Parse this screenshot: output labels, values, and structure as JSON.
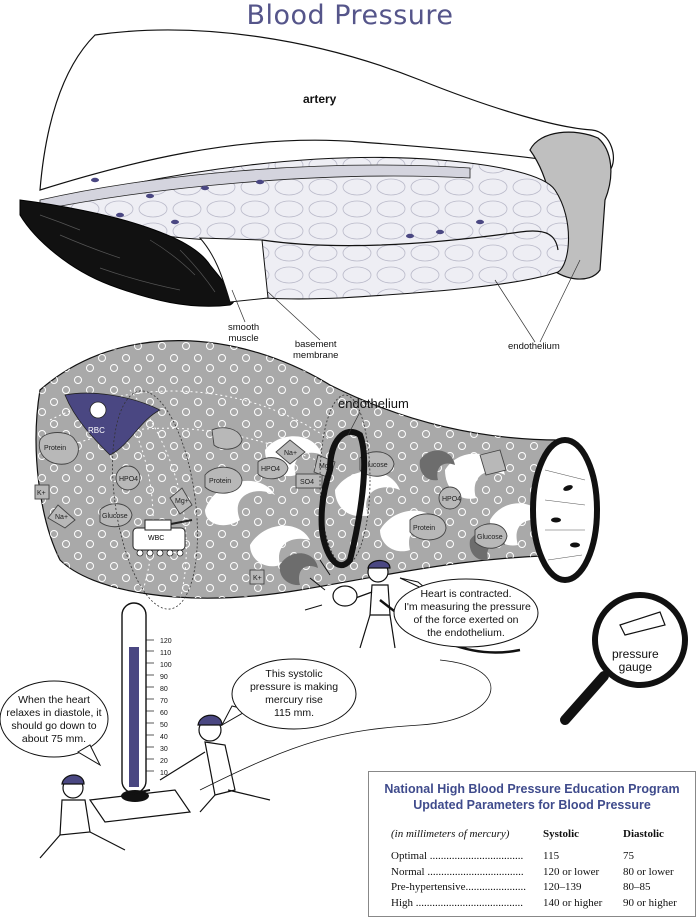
{
  "title": "Blood Pressure",
  "artery_labels": {
    "artery": "artery",
    "smooth_muscle": [
      "smooth",
      "muscle"
    ],
    "basement_membrane": [
      "basement",
      "membrane"
    ],
    "endothelium_top": "endothelium",
    "endothelium_mid": "endothelium"
  },
  "vessel_labels": {
    "rbc": "RBC",
    "wbc": "WBC",
    "items": [
      "Protein",
      "Na+",
      "K+",
      "Glucose",
      "HPO4",
      "Mg+",
      "SO4",
      "Protein",
      "HPO4",
      "Glucose",
      "Mg+",
      "Na+",
      "K+",
      "Protein",
      "Glucose",
      "HPO4"
    ]
  },
  "gauge": {
    "label": [
      "pressure",
      "gauge"
    ],
    "ticks": [
      "120",
      "110",
      "100",
      "90",
      "80",
      "70",
      "60",
      "50",
      "40",
      "30",
      "20",
      "10"
    ]
  },
  "bubbles": {
    "heart_contracted": [
      "Heart is contracted.",
      "I'm measuring the pressure",
      "of the force exerted on",
      "the endothelium."
    ],
    "systolic": [
      "This systolic",
      "pressure is making",
      "mercury rise",
      "115 mm."
    ],
    "diastole": [
      "When the heart",
      "relaxes in diastole, it",
      "should go down to",
      "about 75 mm."
    ]
  },
  "panel": {
    "title_line1": "National High Blood Pressure Education Program",
    "title_line2": "Updated Parameters for Blood Pressure",
    "header": {
      "category": "(in millimeters of mercury)",
      "systolic": "Systolic",
      "diastolic": "Diastolic"
    },
    "rows": [
      {
        "category": "Optimal ..................................",
        "systolic": "115",
        "diastolic": "75"
      },
      {
        "category": "Normal ...................................",
        "systolic": "120 or lower",
        "diastolic": "80 or lower"
      },
      {
        "category": "Pre-hypertensive......................",
        "systolic": "120–139",
        "diastolic": "80–85"
      },
      {
        "category": "High .......................................",
        "systolic": "140 or higher",
        "diastolic": "90 or higher"
      }
    ]
  },
  "mercury_level_mm": 115,
  "colors": {
    "title": "#55558a",
    "accent": "#4a4782",
    "vessel_gray": "#a9a9a9",
    "panel_title": "#3f4b8c"
  }
}
